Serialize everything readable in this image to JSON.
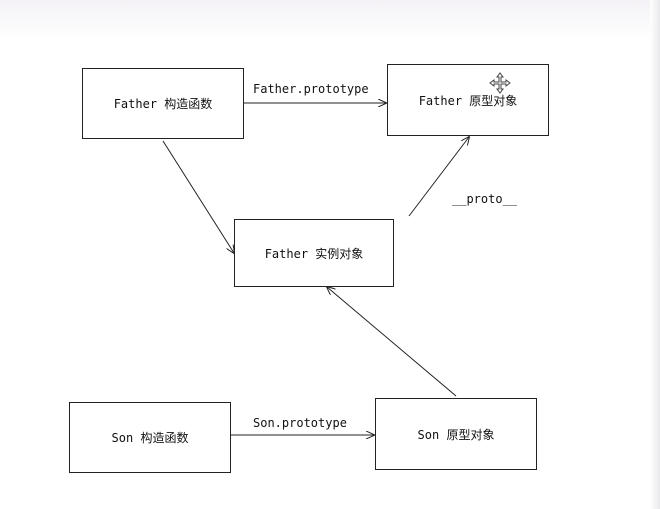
{
  "boxes": {
    "father_constructor": "Father 构造函数",
    "father_prototype": "Father 原型对象",
    "father_instance": "Father 实例对象",
    "son_constructor": "Son 构造函数",
    "son_prototype": "Son 原型对象"
  },
  "edges": {
    "father_prototype_label": "Father.prototype",
    "proto_label": "__proto__",
    "son_prototype_label": "Son.prototype"
  },
  "icons": {
    "cursor": "move-cursor-icon"
  },
  "colors": {
    "stroke": "#222222",
    "background": "#ffffff"
  }
}
